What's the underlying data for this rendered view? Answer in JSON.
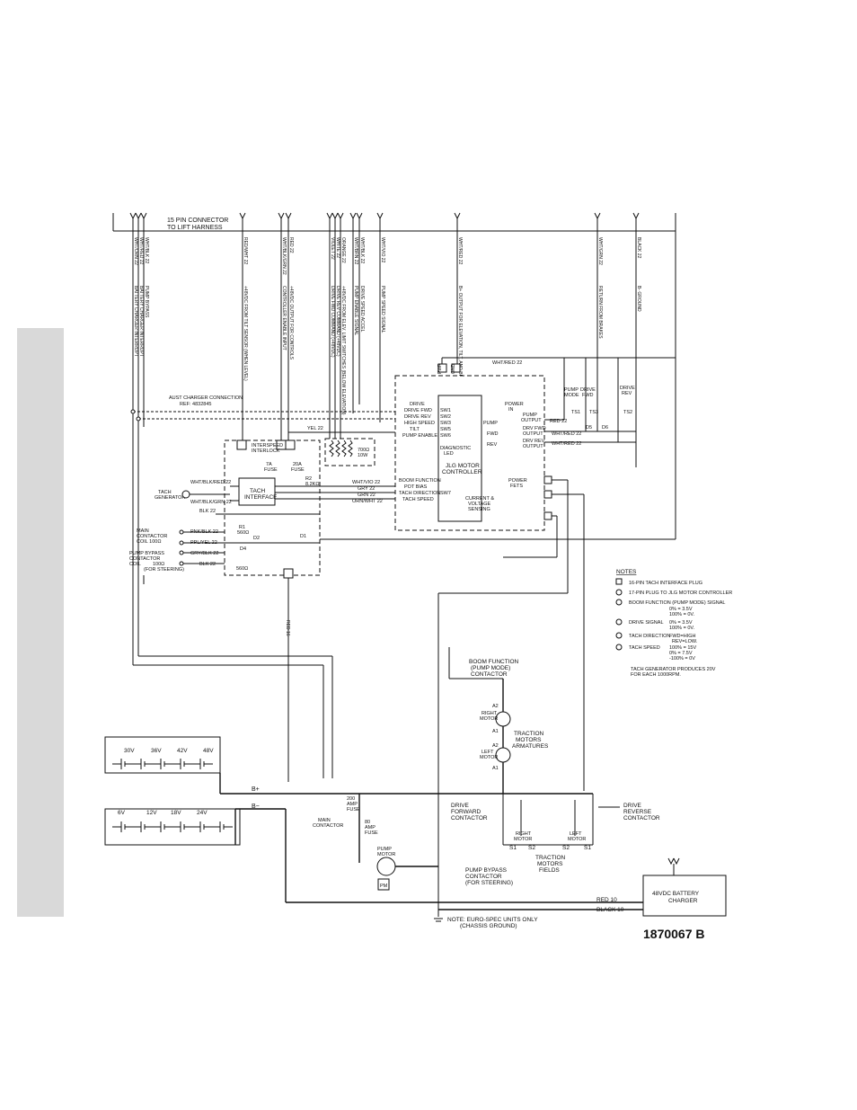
{
  "connector": {
    "title_line1": "15 PIN CONNECTOR",
    "title_line2": "TO LIFT HARNESS"
  },
  "harness_wires": [
    {
      "color": "WHT/ORN 22",
      "function": "BATTERY CHARGER INTERRUPT"
    },
    {
      "color": "WHT/RED 22",
      "function": "BATTERY CHARGER INTERRUPT"
    },
    {
      "color": "WHT/BLK 22",
      "function": "PUMP BYPASS"
    },
    {
      "color": "RED/WHT 22",
      "function": "+48VDC FROM TILT SENSOR (WHEN LEVEL)"
    },
    {
      "color": "WHT/BLK/GRN 22",
      "function": "CONTROLLER ENABLE INPUT"
    },
    {
      "color": "RED 22",
      "function": "+48VDC OUTPUT FOR CONTROLS"
    },
    {
      "color": "VIOLET 22",
      "function": "DRIVE FWD COMMAND (+48VDC)"
    },
    {
      "color": "WHITE 22",
      "function": "DRIVE REV COMMAND (+48VDC)"
    },
    {
      "color": "ORANGE 22",
      "function": "+48VDC FROM ELEV. LIMIT SWITCHES (BELOW ELEVATION)"
    },
    {
      "color": "WHT/BRN 22",
      "function": "PUMP ENABLE SIGNAL"
    },
    {
      "color": "WHT/BLK 22",
      "function": "DRIVE SPEED ACCEL"
    },
    {
      "color": "WHT/VIO 22",
      "function": "PUMP SPEED SIGNAL"
    },
    {
      "color": "WHT/RED 22",
      "function": "B+ OUTPUT FOR ELEVATION, TILT, AND BRAKES"
    },
    {
      "color": "WHT/GRN 22",
      "function": "RETURN FROM BRAKES"
    },
    {
      "color": "BLACK 22",
      "function": "B- GROUND"
    }
  ],
  "aust_charger": {
    "line1": "AUST CHARGER CONNECTION",
    "line2": "REF: 4832845"
  },
  "tach_interface": {
    "label_line1": "TACH",
    "label_line2": "INTERFACE",
    "interlock_line1": "INTERSPEED",
    "interlock_line2": "INTERLOCK",
    "fuse_7a_line1": "7A",
    "fuse_7a_line2": "FUSE",
    "fuse_20a_line1": "20A",
    "fuse_20a_line2": "FUSE",
    "resistor_line1": "700Ω",
    "resistor_line2": "10W",
    "r2_line1": "R2",
    "r2_line2": "8.2KΩ",
    "r1_line1": "R1",
    "r1_line2": "560Ω",
    "r3": "560Ω",
    "d2": "D2",
    "d4": "D4",
    "d1": "D1",
    "tach_gen_line1": "TACH",
    "tach_gen_line2": "GENERATOR",
    "w_red": "WHT/BLK/RED 22",
    "w_grn": "WHT/BLK/GRN 22",
    "w_blk": "BLK 22",
    "w_yel": "YEL 22",
    "w_wht_vio": "WHT/VIO 22",
    "w_gry": "GRY 22",
    "w_grn2": "GRN 22",
    "w_orn": "ORN/WHT 22",
    "w_main_a": "PNK/BLK 22",
    "w_main_b": "PPL/YEL 22",
    "w_pump_a": "GRY/BLK 22",
    "w_pump_b": "BLK 22",
    "main_coil_line1": "MAIN",
    "main_coil_line2": "CONTACTOR",
    "main_coil_line3": "COIL 100Ω",
    "pump_coil_line1": "PUMP BYPASS",
    "pump_coil_line2": "CONTACTOR",
    "pump_coil_line3": "COIL",
    "pump_coil_line4": "100Ω",
    "pump_coil_line5": "(FOR STEERING)"
  },
  "controller": {
    "label_line1": "JLG MOTOR",
    "label_line2": "CONTROLLER",
    "inputs": [
      "DRIVE",
      "DRIVE FWD",
      "DRIVE REV",
      "HIGH SPEED",
      "TILT",
      "PUMP ENABLE"
    ],
    "sw": [
      "SW1",
      "SW2",
      "SW3",
      "SW5",
      "SW6"
    ],
    "diag_line1": "DIAGNOSTIC",
    "diag_line2": "LED",
    "analog": [
      "BOOM FUNCTION",
      "POT BIAS",
      "TACH DIRECTION",
      "TACH SPEED"
    ],
    "power_in_line1": "POWER",
    "power_in_line2": "IN",
    "pump_out_line1": "PUMP",
    "pump_out_line2": "OUTPUT",
    "drv_fwd_line1": "DRV FWD",
    "drv_fwd_line2": "OUTPUT",
    "drv_rev_line1": "DRV REV",
    "drv_rev_line2": "OUTPUT",
    "pump": "PUMP",
    "fwd": "FWD",
    "rev": "REV",
    "current_line1": "CURRENT &",
    "current_line2": "VOLTAGE",
    "current_line3": "SENSING",
    "power_fets_line1": "POWER",
    "power_fets_line2": "FETS",
    "pwr": "PWR",
    "gnd": "GND",
    "sw7": "SW7",
    "w_red_top": "WHT/RED 22",
    "w_red_fwd": "WHT/RED 22",
    "w_red_rev": "WHT/RED 22",
    "red_out": "RED 22",
    "d5": "D5",
    "d6": "D6"
  },
  "relays": {
    "pump_mode_line1": "PUMP",
    "pump_mode_line2": "MODE",
    "pump_mode_line3": "TS1",
    "drive_fwd_line1": "DRIVE",
    "drive_fwd_line2": "FWD",
    "drive_fwd_line3": "TS3",
    "drive_rev_line1": "DRIVE",
    "drive_rev_line2": "REV",
    "drive_rev_line3": "TS2"
  },
  "notes": {
    "title": "NOTES",
    "items": [
      "16-PIN TACH INTERFACE PLUG",
      "17-PIN PLUG TO JLG MOTOR CONTROLLER",
      "BOOM FUNCTION (PUMP MODE) SIGNAL",
      "DRIVE SIGNAL",
      "TACH DIRECTION",
      "TACH SPEED"
    ],
    "boom_vals": [
      "0%  = 3.5V",
      "100% = 0V."
    ],
    "drive_vals": [
      "0%  = 3.5V",
      "100% = 0V."
    ],
    "tach_dir_vals": [
      "FWD=HIGH",
      "REV=LOW."
    ],
    "tach_speed_vals": [
      "100% = 15V",
      "0%  = 7.5V",
      "-100% = 0V"
    ],
    "footer_line1": "TACH GENERATOR PRODUCES 20V",
    "footer_line2": "FOR EACH 1000RPM."
  },
  "power": {
    "battery_top": [
      "30V",
      "36V",
      "42V",
      "48V"
    ],
    "battery_bottom": [
      "6V",
      "12V",
      "18V",
      "24V"
    ],
    "b_plus": "B+",
    "b_minus": "B−",
    "main_contactor_line1": "MAIN",
    "main_contactor_line2": "CONTACTOR",
    "fuse200_line1": "200",
    "fuse200_line2": "AMP",
    "fuse200_line3": "FUSE",
    "fuse80_line1": "80",
    "fuse80_line2": "AMP",
    "fuse80_line3": "FUSE",
    "pump_motor_line1": "PUMP",
    "pump_motor_line2": "MOTOR",
    "pm": "PM",
    "pump_bypass_line1": "PUMP BYPASS",
    "pump_bypass_line2": "CONTACTOR",
    "pump_bypass_line3": "(FOR STEERING)",
    "boom_fn_line1": "BOOM FUNCTION",
    "boom_fn_line2": "(PUMP MODE)",
    "boom_fn_line3": "CONTACTOR",
    "right_motor_line1": "RIGHT",
    "right_motor_line2": "MOTOR",
    "left_motor_line1": "LEFT",
    "left_motor_line2": "MOTOR",
    "traction_line1": "TRACTION",
    "traction_line2": "MOTORS",
    "traction_line3": "ARMATURES",
    "a1": "A1",
    "a2": "A2",
    "drive_fwd_c_line1": "DRIVE",
    "drive_fwd_c_line2": "FORWARD",
    "drive_fwd_c_line3": "CONTACTOR",
    "drive_rev_c_line1": "DRIVE",
    "drive_rev_c_line2": "REVERSE",
    "drive_rev_c_line3": "CONTACTOR",
    "fields_line1": "TRACTION",
    "fields_line2": "MOTORS",
    "fields_line3": "FIELDS",
    "s1": "S1",
    "s2": "S2",
    "red10": "RED 10",
    "black10": "BLACK 10",
    "red16": "RED 16",
    "charger_line1": "48VDC BATTERY",
    "charger_line2": "CHARGER",
    "note_line1": "NOTE: EURO-SPEC UNITS ONLY",
    "note_line2": "(CHASSIS GROUND)"
  },
  "doc_number": "1870067 B"
}
